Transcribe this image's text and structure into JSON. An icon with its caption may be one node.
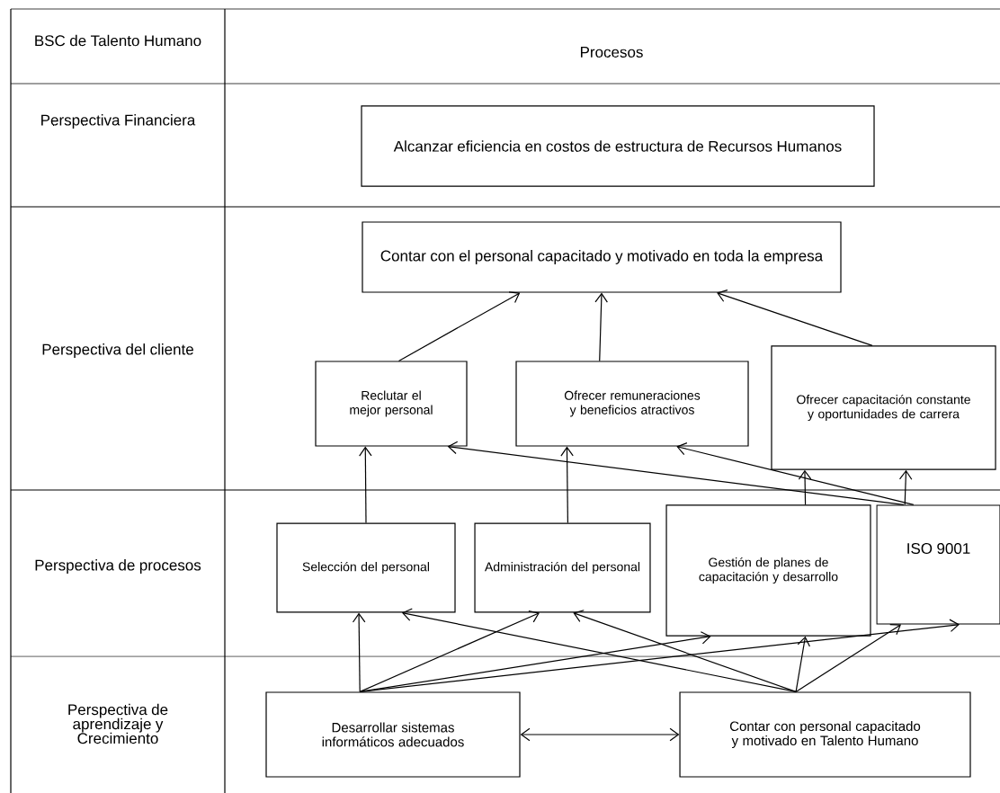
{
  "diagram": {
    "nodes": [
      {
        "text": [
          "Alcanzar eficiencia en costos de estructura de Recursos Humanos"
        ]
      },
      {
        "text": [
          "Contar con el personal capacitado y motivado en toda la empresa"
        ]
      },
      {
        "text": [
          "Reclutar el mejor personal"
        ]
      },
      {
        "text": [
          "Ofrecer remuneraciones y beneficios atractivos"
        ]
      },
      {
        "text": [
          "Ofrecer capacitación constante y oportunidades de carrera"
        ]
      },
      {
        "text": [
          "Selección del personal"
        ]
      },
      {
        "text": [
          "Administración del personal"
        ]
      },
      {
        "text": [
          "Gestión de planes de capacitación y desarrollo"
        ]
      },
      {
        "text": [
          "ISO 9001"
        ]
      },
      {
        "text": [
          "Desarrollar sistemas informáticos adecuados"
        ]
      },
      {
        "text": [
          "Contar con personal capacitado y motivado en Talento Humano"
        ]
      }
    ],
    "edges": [
      {
        "from": 2,
        "to": 1,
        "arrow": "to"
      },
      {
        "from": 3,
        "to": 1,
        "arrow": "to"
      },
      {
        "from": 4,
        "to": 1,
        "arrow": "to"
      },
      {
        "from": 5,
        "to": 2,
        "arrow": "to"
      },
      {
        "from": 6,
        "to": 3,
        "arrow": "to"
      },
      {
        "from": 7,
        "to": 4,
        "arrow": "to"
      },
      {
        "from": 8,
        "to": 4,
        "arrow": "to"
      },
      {
        "from": 8,
        "to": 2,
        "arrow": "to"
      },
      {
        "from": 8,
        "to": 3,
        "arrow": "to"
      },
      {
        "from": 9,
        "to": 5,
        "arrow": "to"
      },
      {
        "from": 9,
        "to": 6,
        "arrow": "to"
      },
      {
        "from": 9,
        "to": 7,
        "arrow": "to"
      },
      {
        "from": 9,
        "to": 8,
        "arrow": "to"
      },
      {
        "from": 10,
        "to": 5,
        "arrow": "to"
      },
      {
        "from": 10,
        "to": 6,
        "arrow": "to"
      },
      {
        "from": 10,
        "to": 7,
        "arrow": "to"
      },
      {
        "from": 10,
        "to": 8,
        "arrow": "to"
      },
      {
        "from": 9,
        "to": 10,
        "arrow": "both"
      }
    ],
    "labels": [
      "BSC de Talento Humano",
      "Procesos",
      "Perspectiva Financiera",
      "Perspectiva del cliente",
      "Perspectiva de procesos",
      "Perspectiva de aprendizaje y Crecimiento"
    ]
  }
}
